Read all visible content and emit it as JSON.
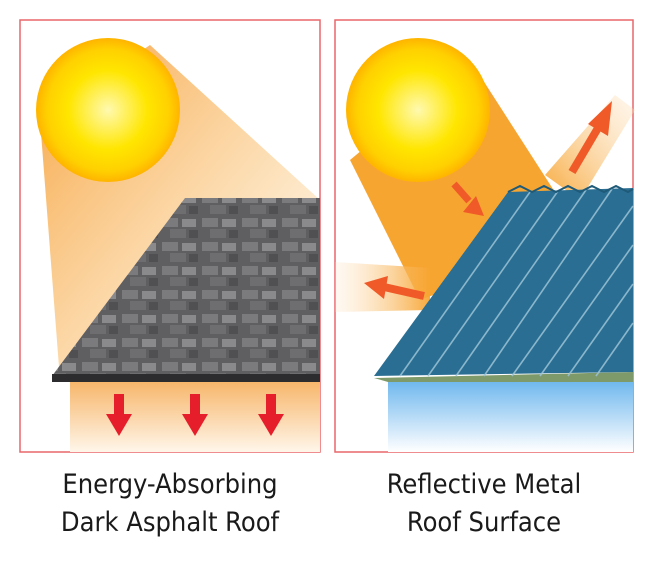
{
  "panels": {
    "left": {
      "caption_line1": "Energy-Absorbing",
      "caption_line2": "Dark Asphalt Roof"
    },
    "right": {
      "caption_line1": "Reflective Metal",
      "caption_line2": "Roof Surface"
    }
  },
  "colors": {
    "panel_border": "#e8676b",
    "sun_core": "#ffe600",
    "sun_glow": "#ffb400",
    "ray_orange": "#f7a531",
    "asphalt": "#6a6a6a",
    "metal_roof": "#2a6f93",
    "heat_arrow_red": "#e61e2b",
    "reflect_arrow": "#f05a28"
  }
}
